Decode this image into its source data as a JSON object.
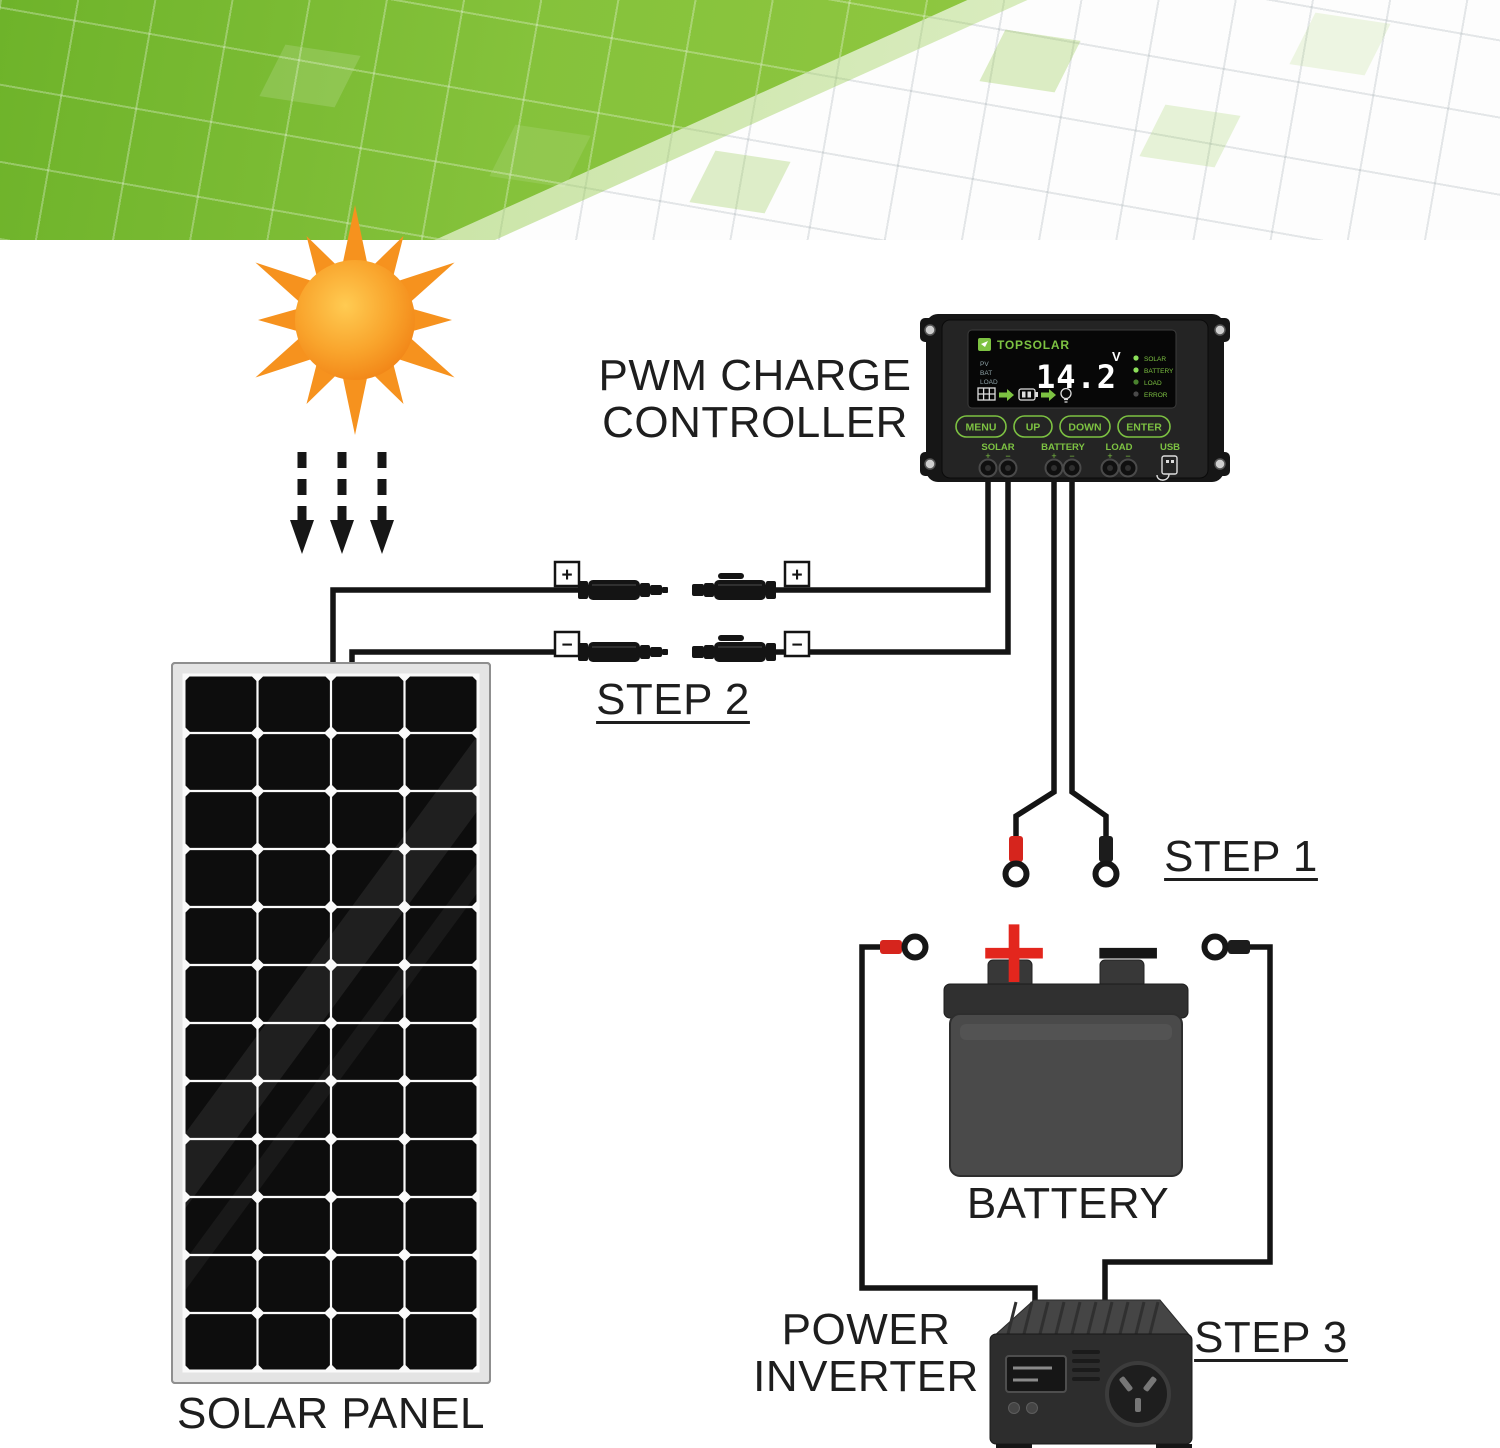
{
  "headings": {
    "controller_title": {
      "line1": "PWM CHARGE",
      "line2": "CONTROLLER"
    },
    "step1": "STEP 1",
    "step2": "STEP 2",
    "step3": "STEP 3",
    "solar_panel": "SOLAR PANEL",
    "battery": "BATTERY",
    "power_inverter": {
      "line1": "POWER",
      "line2": "INVERTER"
    }
  },
  "controller": {
    "brand": "TOPSOLAR",
    "screen": {
      "voltage": "14.2",
      "unit": "V",
      "left_labels": [
        "PV",
        "BAT",
        "LOAD"
      ],
      "status_labels": [
        "SOLAR",
        "BATTERY",
        "LOAD",
        "ERROR"
      ]
    },
    "buttons": [
      "MENU",
      "UP",
      "DOWN",
      "ENTER"
    ],
    "terminal_labels": [
      "SOLAR",
      "BATTERY",
      "LOAD"
    ],
    "usb_label": "USB"
  },
  "wiring": {
    "plus": "+",
    "minus": "−"
  },
  "battery": {
    "positive_mark": "+",
    "negative_mark": "−"
  },
  "colors": {
    "brand_green": "#7DC242",
    "banner_green": "#8DC63F",
    "sun_orange": "#F6921E",
    "positive_red": "#E3261D",
    "wire_black": "#141414"
  }
}
